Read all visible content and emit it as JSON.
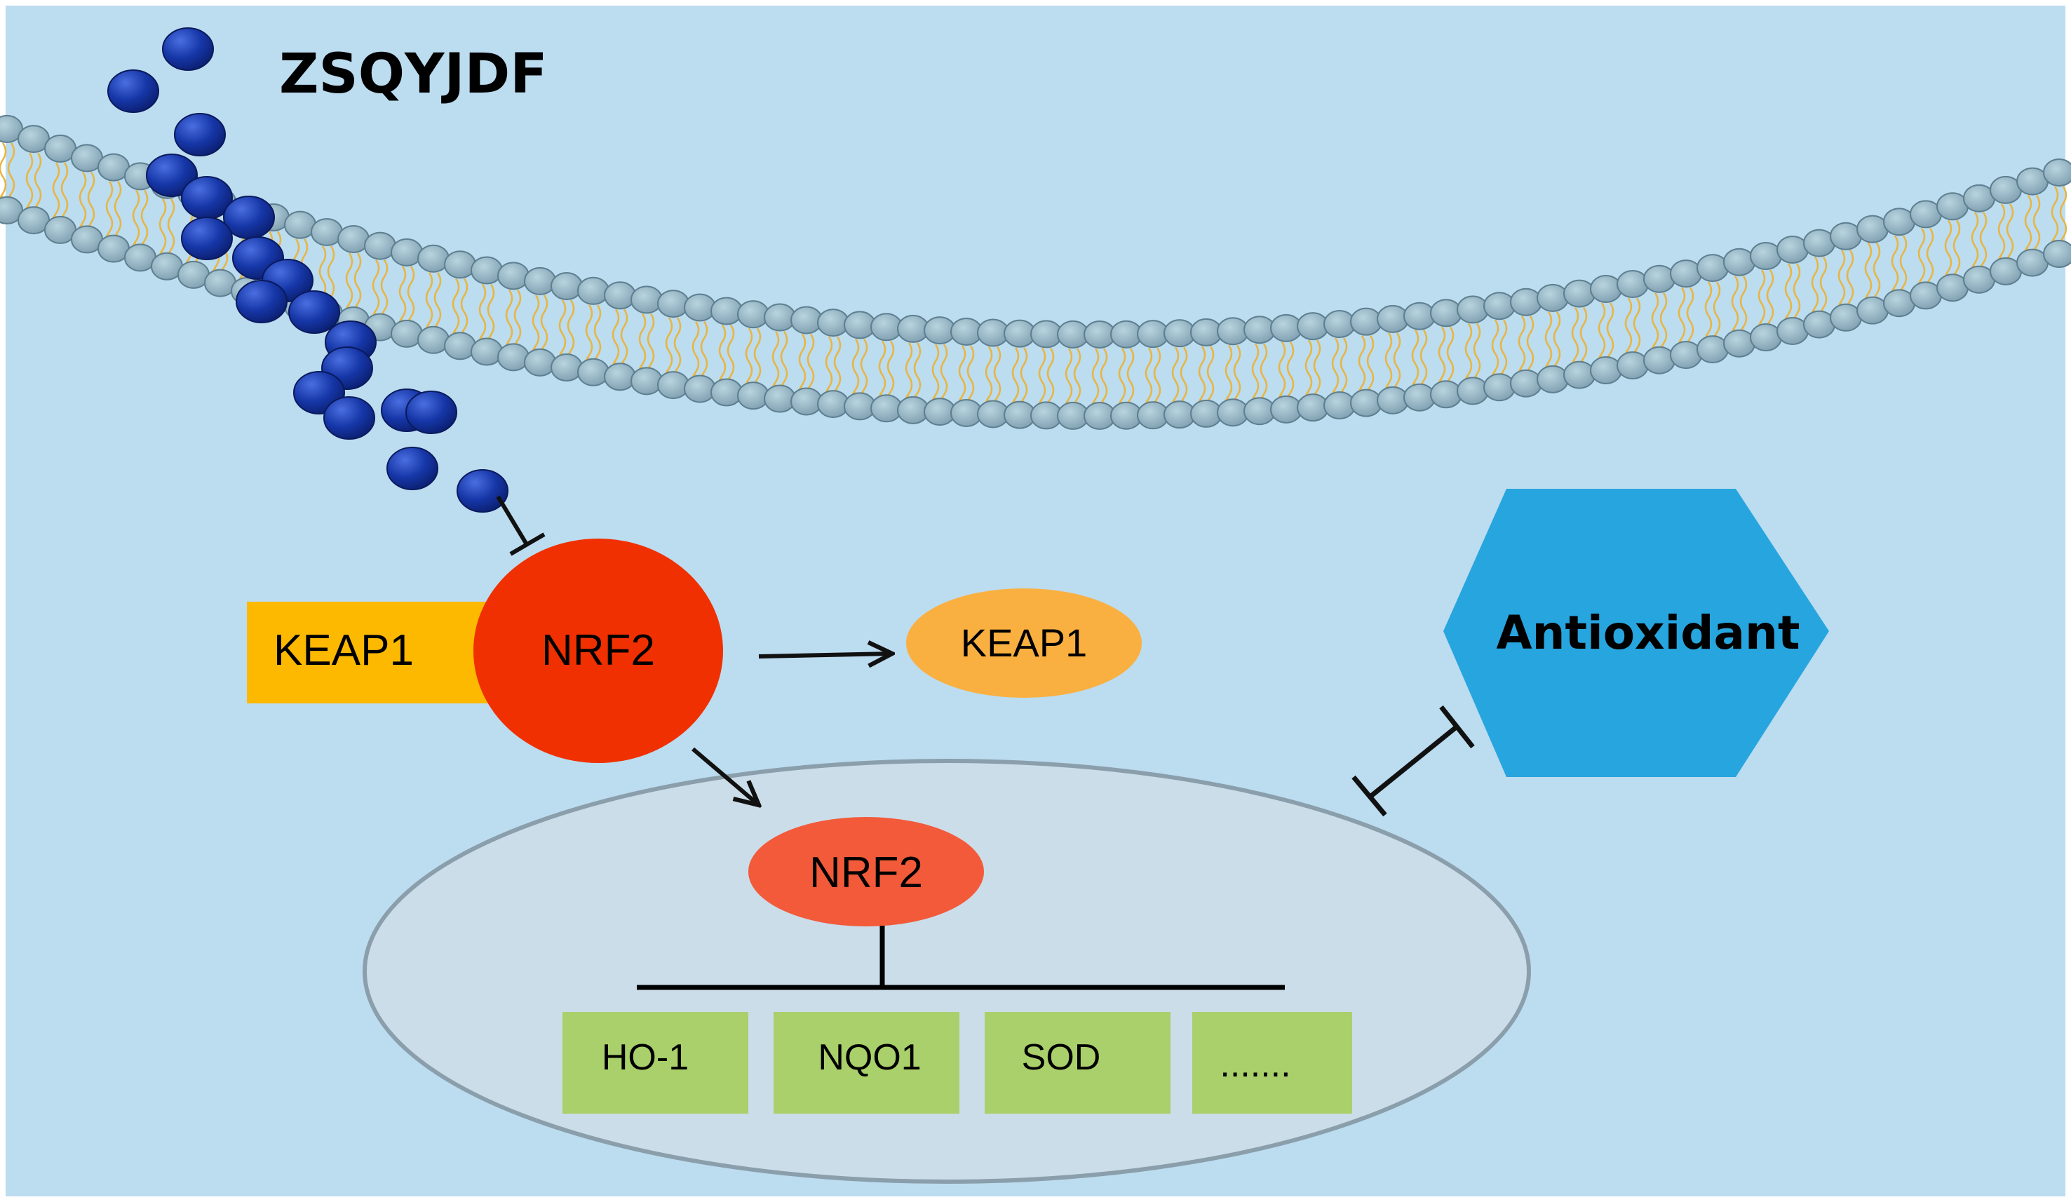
{
  "title": "ZSQYJDF",
  "nodes": {
    "keap1_bound": "KEAP1",
    "nrf2_cytoplasm": "NRF2",
    "keap1_free": "KEAP1",
    "nrf2_nucleus": "NRF2",
    "antioxidant": "Antioxidant",
    "genes": [
      "HO-1",
      "NQO1",
      "SOD",
      "......."
    ]
  },
  "colors": {
    "background": "#bcdcf0",
    "membrane_head": "#8fb3c4",
    "membrane_tail": "#e8b540",
    "compound": "#1637a8",
    "keap1_bound": "#fdb900",
    "nrf2_cytoplasm": "#f03000",
    "keap1_free": "#f9b040",
    "nrf2_nucleus": "#f25a3a",
    "nucleus_fill": "#cbdde9",
    "nucleus_stroke": "#8a9fab",
    "antioxidant": "#27a5df",
    "gene_box": "#a9d06a"
  },
  "edges": [
    {
      "from": "compound",
      "to": "nrf2_cytoplasm",
      "type": "inhibition"
    },
    {
      "from": "nrf2_cytoplasm",
      "to": "keap1_free",
      "type": "activation"
    },
    {
      "from": "nrf2_cytoplasm",
      "to": "nrf2_nucleus",
      "type": "activation"
    },
    {
      "from": "nrf2_nucleus",
      "to": "genes",
      "type": "regulation"
    },
    {
      "from": "antioxidant",
      "to": "nucleus",
      "type": "inhibition"
    }
  ]
}
